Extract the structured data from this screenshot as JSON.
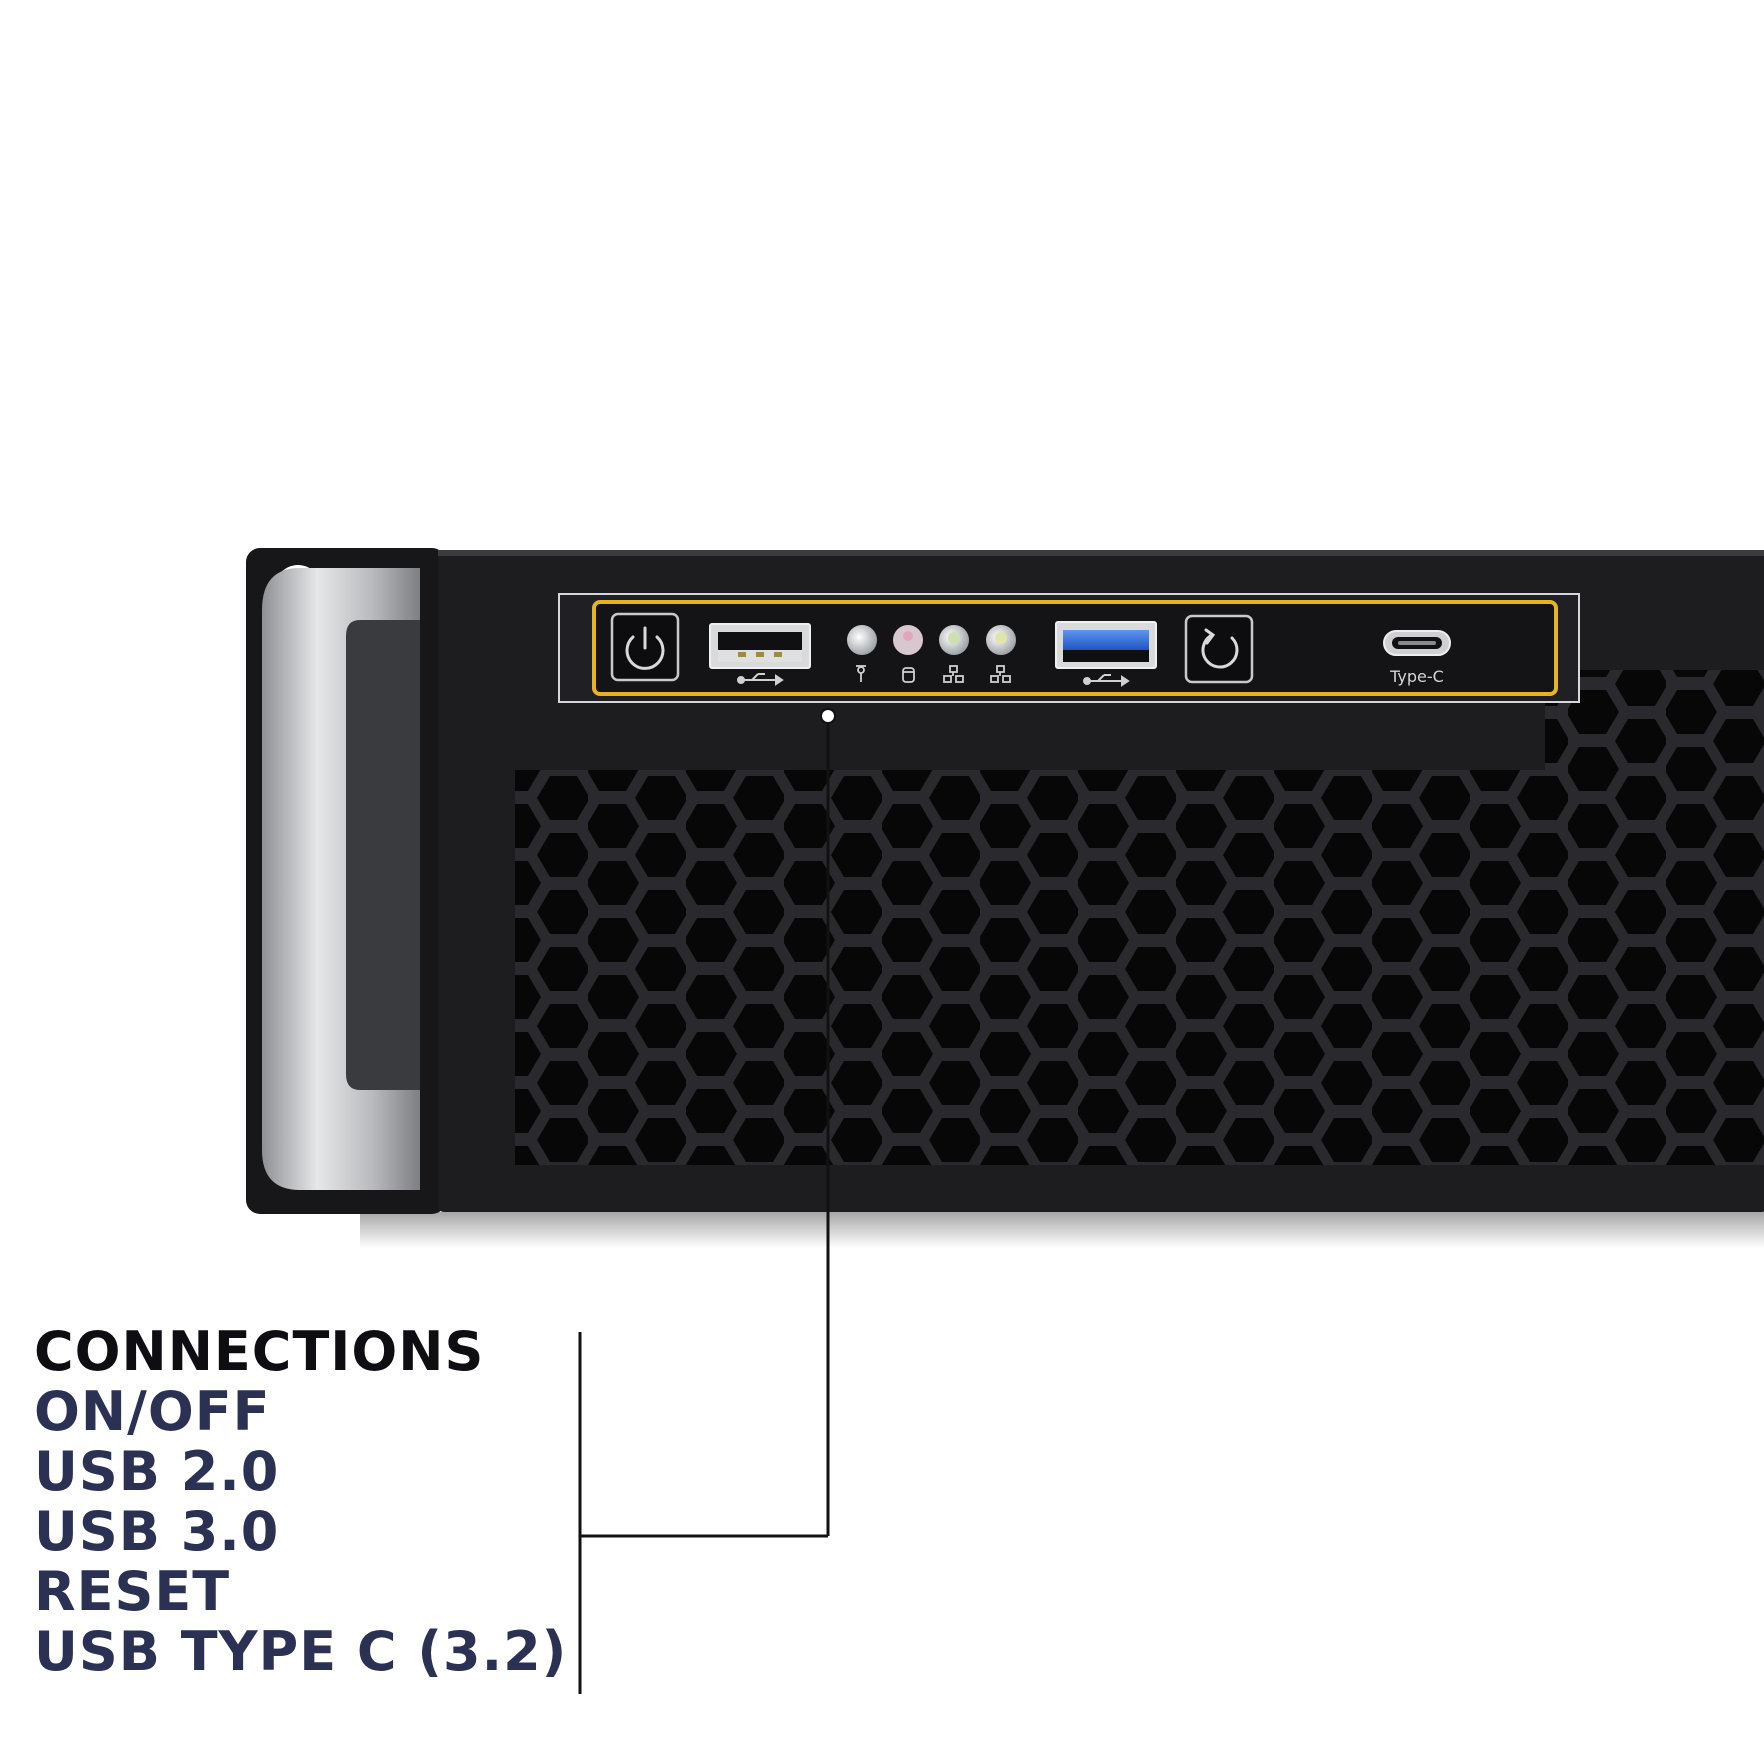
{
  "panel": {
    "type_c_label": "Type-C"
  },
  "legend": {
    "title": "CONNECTIONS",
    "items": [
      {
        "label": "ON/OFF"
      },
      {
        "label": "USB 2.0"
      },
      {
        "label": "USB 3.0"
      },
      {
        "label": "RESET"
      },
      {
        "label": "USB TYPE C (3.2)"
      }
    ]
  },
  "colors": {
    "chassis": "#1d1d20",
    "panel_outline": "#e6b422",
    "legend_title": "#0d0d12",
    "legend_item": "#2b3153",
    "usb3_blue": "#2f6fe0",
    "handle_silver": "#b9bbbe"
  },
  "icons": [
    "power-icon",
    "reset-icon",
    "usb-symbol-icon",
    "hdd-icon",
    "network-icon"
  ]
}
